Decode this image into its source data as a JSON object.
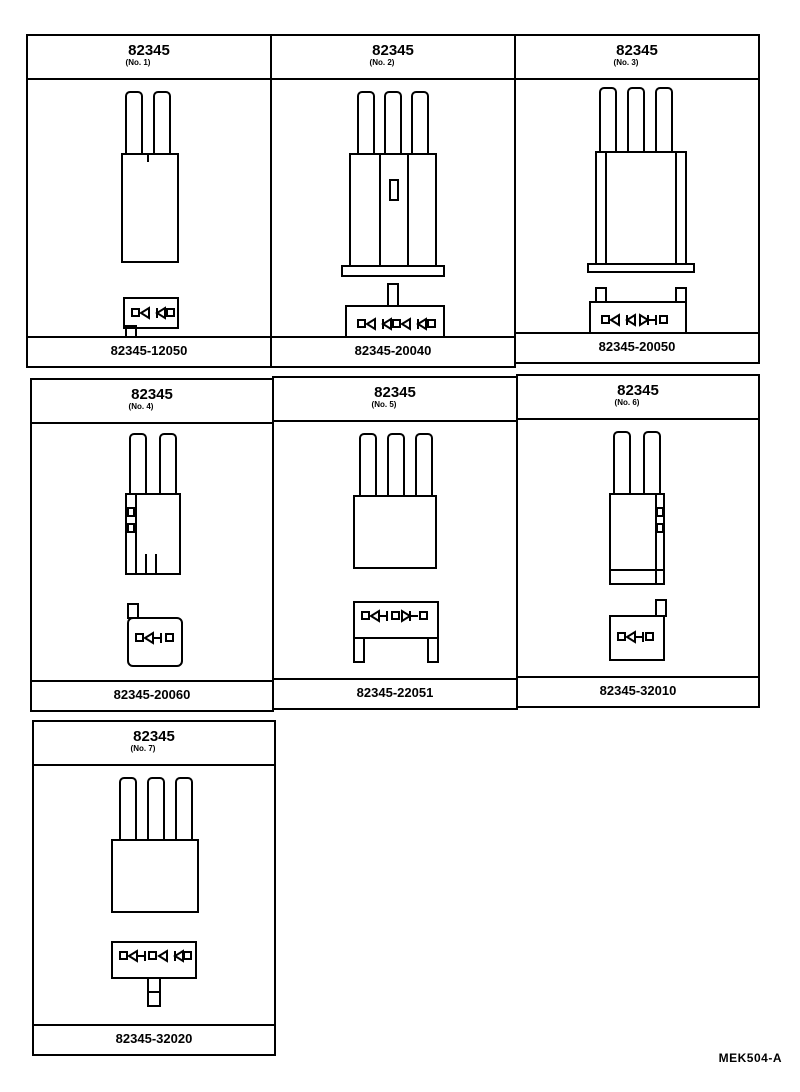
{
  "parts": [
    {
      "code": "82345",
      "sub": "(No. 1)",
      "part_number": "82345-12050"
    },
    {
      "code": "82345",
      "sub": "(No. 2)",
      "part_number": "82345-20040"
    },
    {
      "code": "82345",
      "sub": "(No. 3)",
      "part_number": "82345-20050"
    },
    {
      "code": "82345",
      "sub": "(No. 4)",
      "part_number": "82345-20060"
    },
    {
      "code": "82345",
      "sub": "(No. 5)",
      "part_number": "82345-22051"
    },
    {
      "code": "82345",
      "sub": "(No. 6)",
      "part_number": "82345-32010"
    },
    {
      "code": "82345",
      "sub": "(No. 7)",
      "part_number": "82345-32020"
    }
  ],
  "drawing_id": "MEK504-A"
}
